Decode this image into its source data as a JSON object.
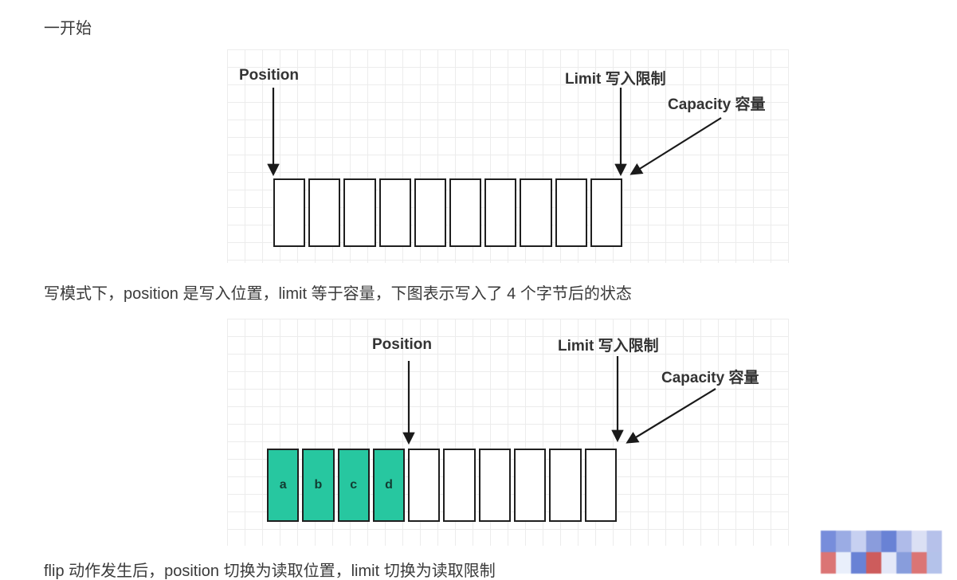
{
  "texts": {
    "intro": "一开始",
    "write_mode": "写模式下，position 是写入位置，limit 等于容量，下图表示写入了 4 个字节后的状态",
    "flip": "flip 动作发生后，position 切换为读取位置，limit 切换为读取限制"
  },
  "diagram_initial": {
    "position_label": "Position",
    "limit_label": "Limit 写入限制",
    "capacity_label": "Capacity 容量",
    "cells": [
      "",
      "",
      "",
      "",
      "",
      "",
      "",
      "",
      "",
      ""
    ]
  },
  "diagram_after_write": {
    "position_label": "Position",
    "limit_label": "Limit 写入限制",
    "capacity_label": "Capacity 容量",
    "cells": [
      "a",
      "b",
      "c",
      "d",
      "",
      "",
      "",
      "",
      "",
      ""
    ]
  },
  "colors": {
    "filled_cell": "#27c7a0",
    "cell_border": "#1f1f1f",
    "arrow": "#1a1a1a",
    "grid_line": "#ececec",
    "text": "#3a3a3a"
  },
  "watermark": {
    "icon": "watermark-logo",
    "pixels": [
      "#6c84d8",
      "#93a5e2",
      "#c3cdf0",
      "#8194da",
      "#5d78d2",
      "#a9b6e8",
      "#d9def4",
      "#b0bce9",
      "#d96a6a",
      "#e8eefb",
      "#5d78d2",
      "#c94f4f",
      "#e2e7f8",
      "#7e95da",
      "#d96a6a",
      "#aebde9"
    ]
  }
}
